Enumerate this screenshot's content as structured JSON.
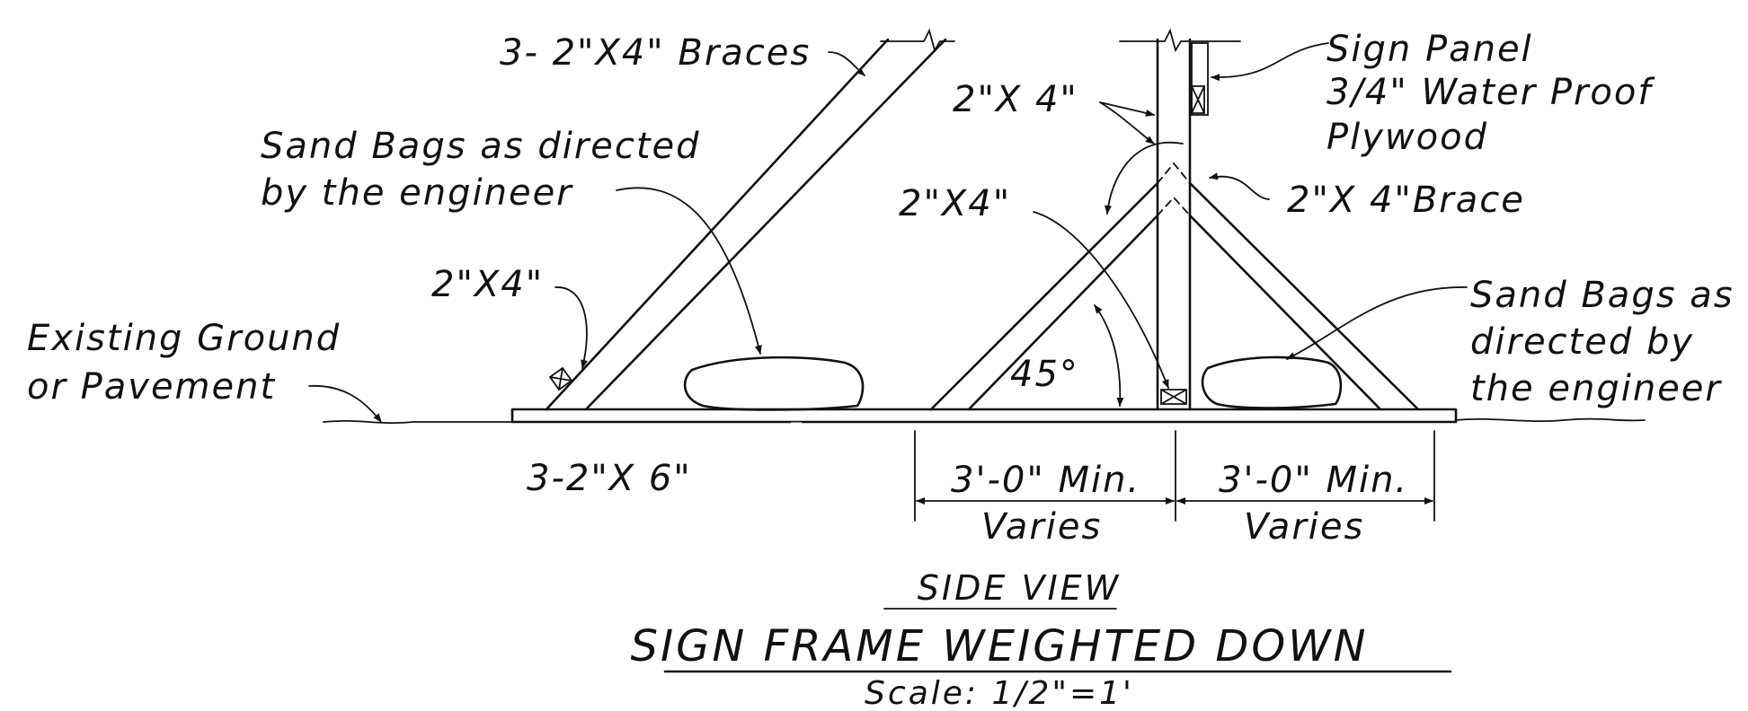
{
  "labels": {
    "braces_left": "3- 2\"X4\" Braces",
    "sandbags_left_1": "Sand Bags as directed",
    "sandbags_left_2": "by the engineer",
    "twoby4_left": "2\"X4\"",
    "ground_1": "Existing Ground",
    "ground_2": "or Pavement",
    "base_board": "3-2\"X 6\"",
    "sign_panel_1": "Sign Panel",
    "sign_panel_2": "3/4\"  Water Proof",
    "sign_panel_3": "Plywood",
    "twoby4_post": "2\"X 4\"",
    "twoby4_mid": "2\"X4\"",
    "brace_right": "2\"X 4\"Brace",
    "sandbags_right_1": "Sand Bags as",
    "sandbags_right_2": "directed by",
    "sandbags_right_3": "the engineer",
    "angle": "45°",
    "dim_left_top": "3'-0\" Min.",
    "dim_left_bottom": "Varies",
    "dim_right_top": "3'-0\" Min.",
    "dim_right_bottom": "Varies"
  },
  "titles": {
    "view": "SIDE VIEW",
    "main": "SIGN FRAME WEIGHTED DOWN",
    "scale": "Scale: 1/2\"=1'"
  }
}
